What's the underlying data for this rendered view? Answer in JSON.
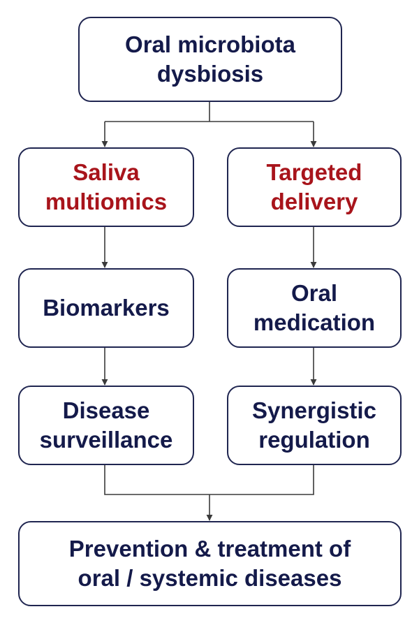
{
  "colors": {
    "border": "#1f2550",
    "text_dark": "#141a4a",
    "text_red": "#a8141b",
    "connector": "#3a3a3a"
  },
  "nodes": {
    "top": {
      "lines": [
        "Oral microbiota",
        "dysbiosis"
      ]
    },
    "saliva": {
      "lines": [
        "Saliva",
        "multiomics"
      ]
    },
    "targeted": {
      "lines": [
        "Targeted",
        "delivery"
      ]
    },
    "biomarkers": {
      "lines": [
        "Biomarkers"
      ]
    },
    "oral_medication": {
      "lines": [
        "Oral",
        "medication"
      ]
    },
    "disease": {
      "lines": [
        "Disease",
        "surveillance"
      ]
    },
    "synergistic": {
      "lines": [
        "Synergistic",
        "regulation"
      ]
    },
    "bottom": {
      "lines": [
        "Prevention & treatment of",
        "oral / systemic diseases"
      ]
    }
  }
}
